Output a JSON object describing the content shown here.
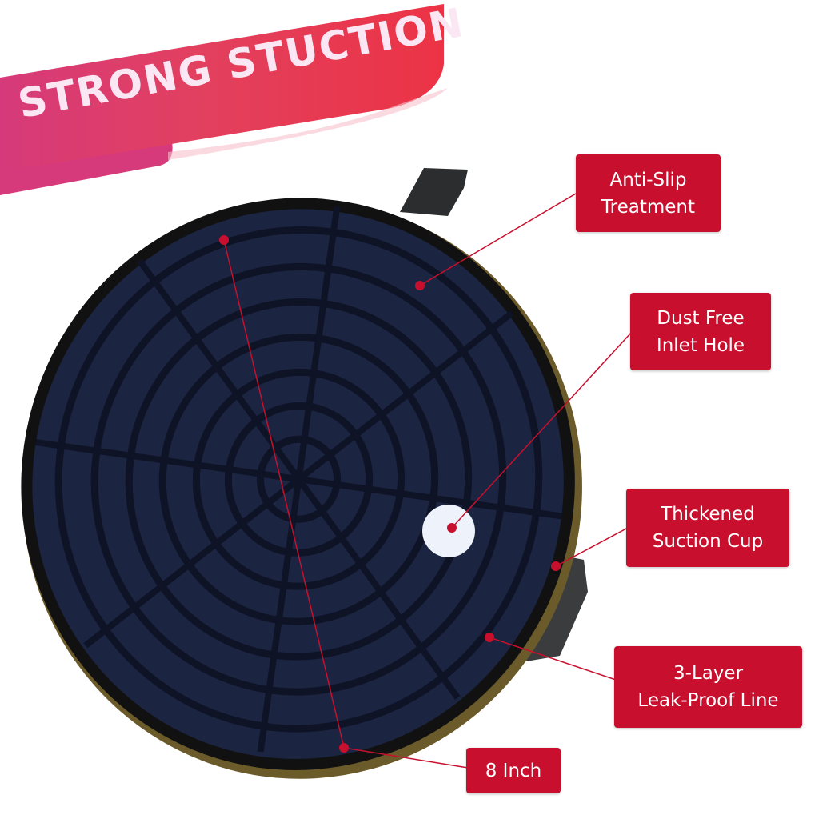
{
  "banner": {
    "title": "STRONG STUCTION"
  },
  "callouts": {
    "anti_slip": {
      "line1": "Anti-Slip",
      "line2": "Treatment"
    },
    "dust_free": {
      "line1": "Dust Free",
      "line2": "Inlet Hole"
    },
    "thickened": {
      "line1": "Thickened",
      "line2": "Suction Cup"
    },
    "leak_proof": {
      "line1": "3-Layer",
      "line2": "Leak-Proof Line"
    },
    "size": {
      "line1": "8 Inch"
    }
  },
  "colors": {
    "accent": "#c8102e",
    "banner_start": "#d63a7a",
    "banner_end": "#ec3345",
    "pad": "#1b2440"
  }
}
